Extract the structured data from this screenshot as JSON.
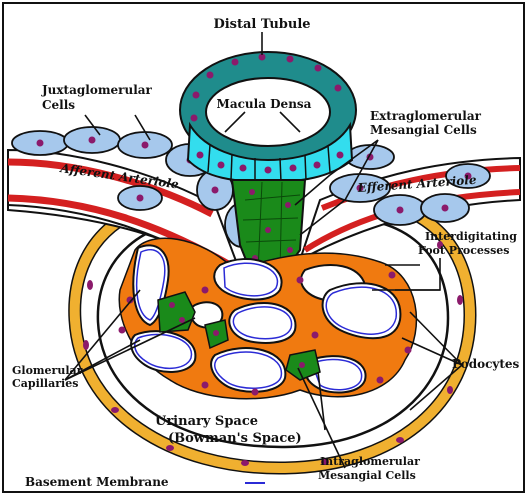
{
  "labels": {
    "distal_tubule": "Distal Tubule",
    "macula_densa": "Macula Densa",
    "juxtaglomerular": "Juxtaglomerular",
    "juxtaglomerular_cells": "Cells",
    "extraglomerular": "Extraglomerular",
    "extraglomerular_cells": "Mesangial Cells",
    "afferent_arteriole": "Afferent Arteriole",
    "efferent_arteriole": "Efferent Arteriole",
    "interdigitating": "Interdigitating",
    "foot_processes": "Foot Processes",
    "podocytes": "Podocytes",
    "glomerular": "Glomerular",
    "capillaries": "Capillaries",
    "urinary_space": "Urinary Space",
    "bowmans_space": "(Bowman's Space)",
    "basement_membrane": "Basement Membrane",
    "intraglomerular": "Intraglomerular",
    "intraglomerular_cells": "Mesangial Cells"
  },
  "colors": {
    "tubule": "#1f8c8c",
    "macula_densa": "#33ddee",
    "nucleus": "#8b1a6b",
    "mesangial": "#1a8a1a",
    "juxtaglomerular": "#a6c8ec",
    "arteriole_wall": "#d42020",
    "capsule": "#f0b030",
    "orange": "#f07a10",
    "basement_membrane": "#2b2bd6",
    "border": "#111111"
  }
}
